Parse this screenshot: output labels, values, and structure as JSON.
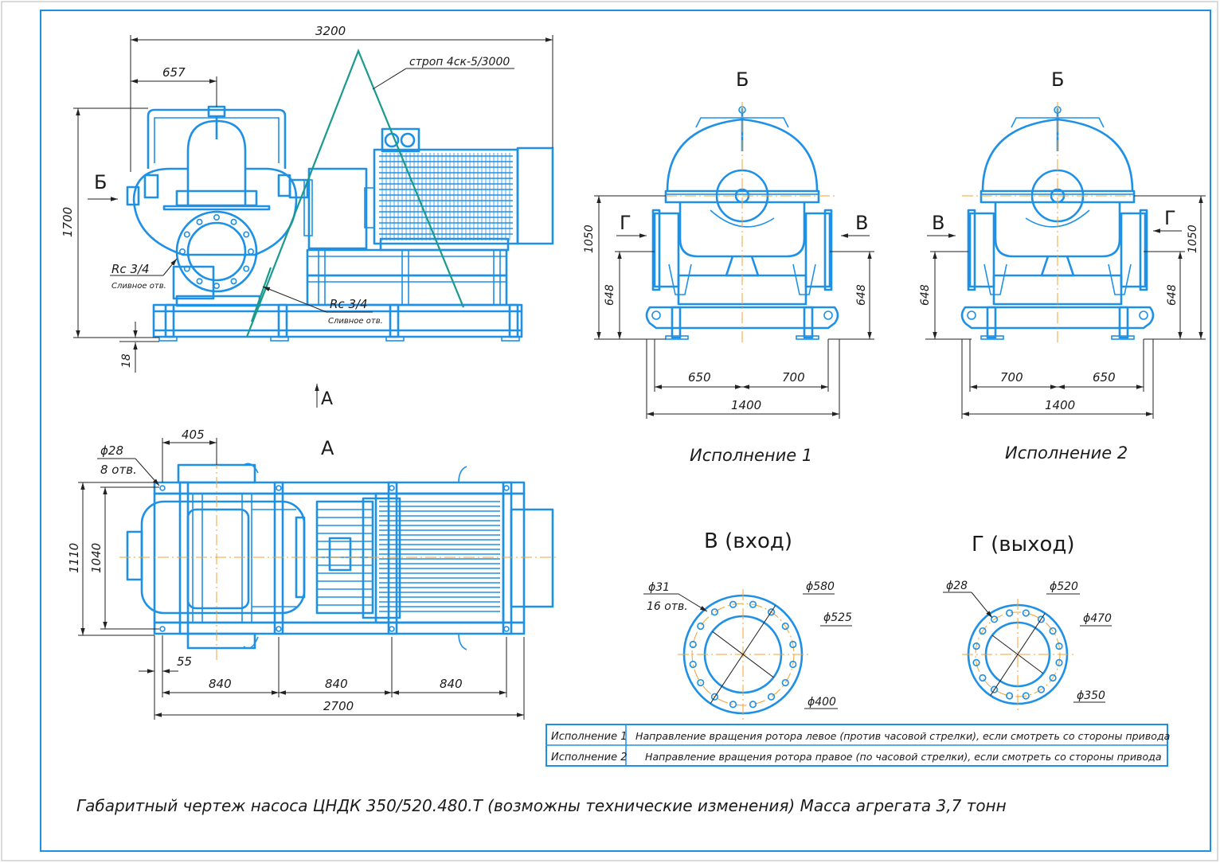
{
  "drawing": {
    "side_view": {
      "dim_3200": "3200",
      "dim_657": "657",
      "dim_1700": "1700",
      "dim_18": "18",
      "label_b": "Б",
      "sling": "строп 4ск-5/3000",
      "drain1_thread": "Rc 3/4",
      "drain1_note": "Сливное отв.",
      "drain2_thread": "Rc 3/4",
      "drain2_note": "Сливное отв.",
      "arrow_a": "А"
    },
    "plan_view": {
      "title": "А",
      "dim_405": "405",
      "hole_dia": "ϕ28",
      "hole_count": "8 отв.",
      "dim_1110": "1110",
      "dim_1040": "1040",
      "dim_55": "55",
      "dim_840_a": "840",
      "dim_840_b": "840",
      "dim_840_c": "840",
      "dim_2700": "2700"
    },
    "version1": {
      "label_top": "Б",
      "label_left": "Г",
      "label_right": "В",
      "dim_1050": "1050",
      "dim_648_left": "648",
      "dim_648_right": "648",
      "dim_650": "650",
      "dim_700": "700",
      "dim_1400": "1400",
      "caption": "Исполнение 1"
    },
    "version2": {
      "label_top": "Б",
      "label_left": "В",
      "label_right": "Г",
      "dim_1050": "1050",
      "dim_648_left": "648",
      "dim_648_right": "648",
      "dim_700": "700",
      "dim_650": "650",
      "dim_1400": "1400",
      "caption": "Исполнение 2"
    },
    "inlet_flange": {
      "title": "В (вход)",
      "hole_dia": "ϕ31",
      "hole_count": "16 отв.",
      "outer": "ϕ580",
      "bolt_circle": "ϕ525",
      "bore": "ϕ400"
    },
    "outlet_flange": {
      "title": "Г (выход)",
      "hole_dia": "ϕ28",
      "outer": "ϕ520",
      "bolt_circle": "ϕ470",
      "bore": "ϕ350"
    },
    "table": [
      {
        "version": "Исполнение 1",
        "text": "Направление вращения ротора левое (против часовой стрелки), если смотреть со стороны привода"
      },
      {
        "version": "Исполнение 2",
        "text": "Направление вращения ротора правое (по часовой стрелки), если смотреть со стороны привода"
      }
    ],
    "footer": "Габаритный чертеж насоса ЦНДК 350/520.480.Т (возможны технические изменения) Масса агрегата 3,7 тонн"
  },
  "colors": {
    "outline": "#1e90e6",
    "dimension": "#222222",
    "centerline": "#f0a030",
    "sling": "#1a9a8c",
    "frame": "#1e90e6"
  }
}
